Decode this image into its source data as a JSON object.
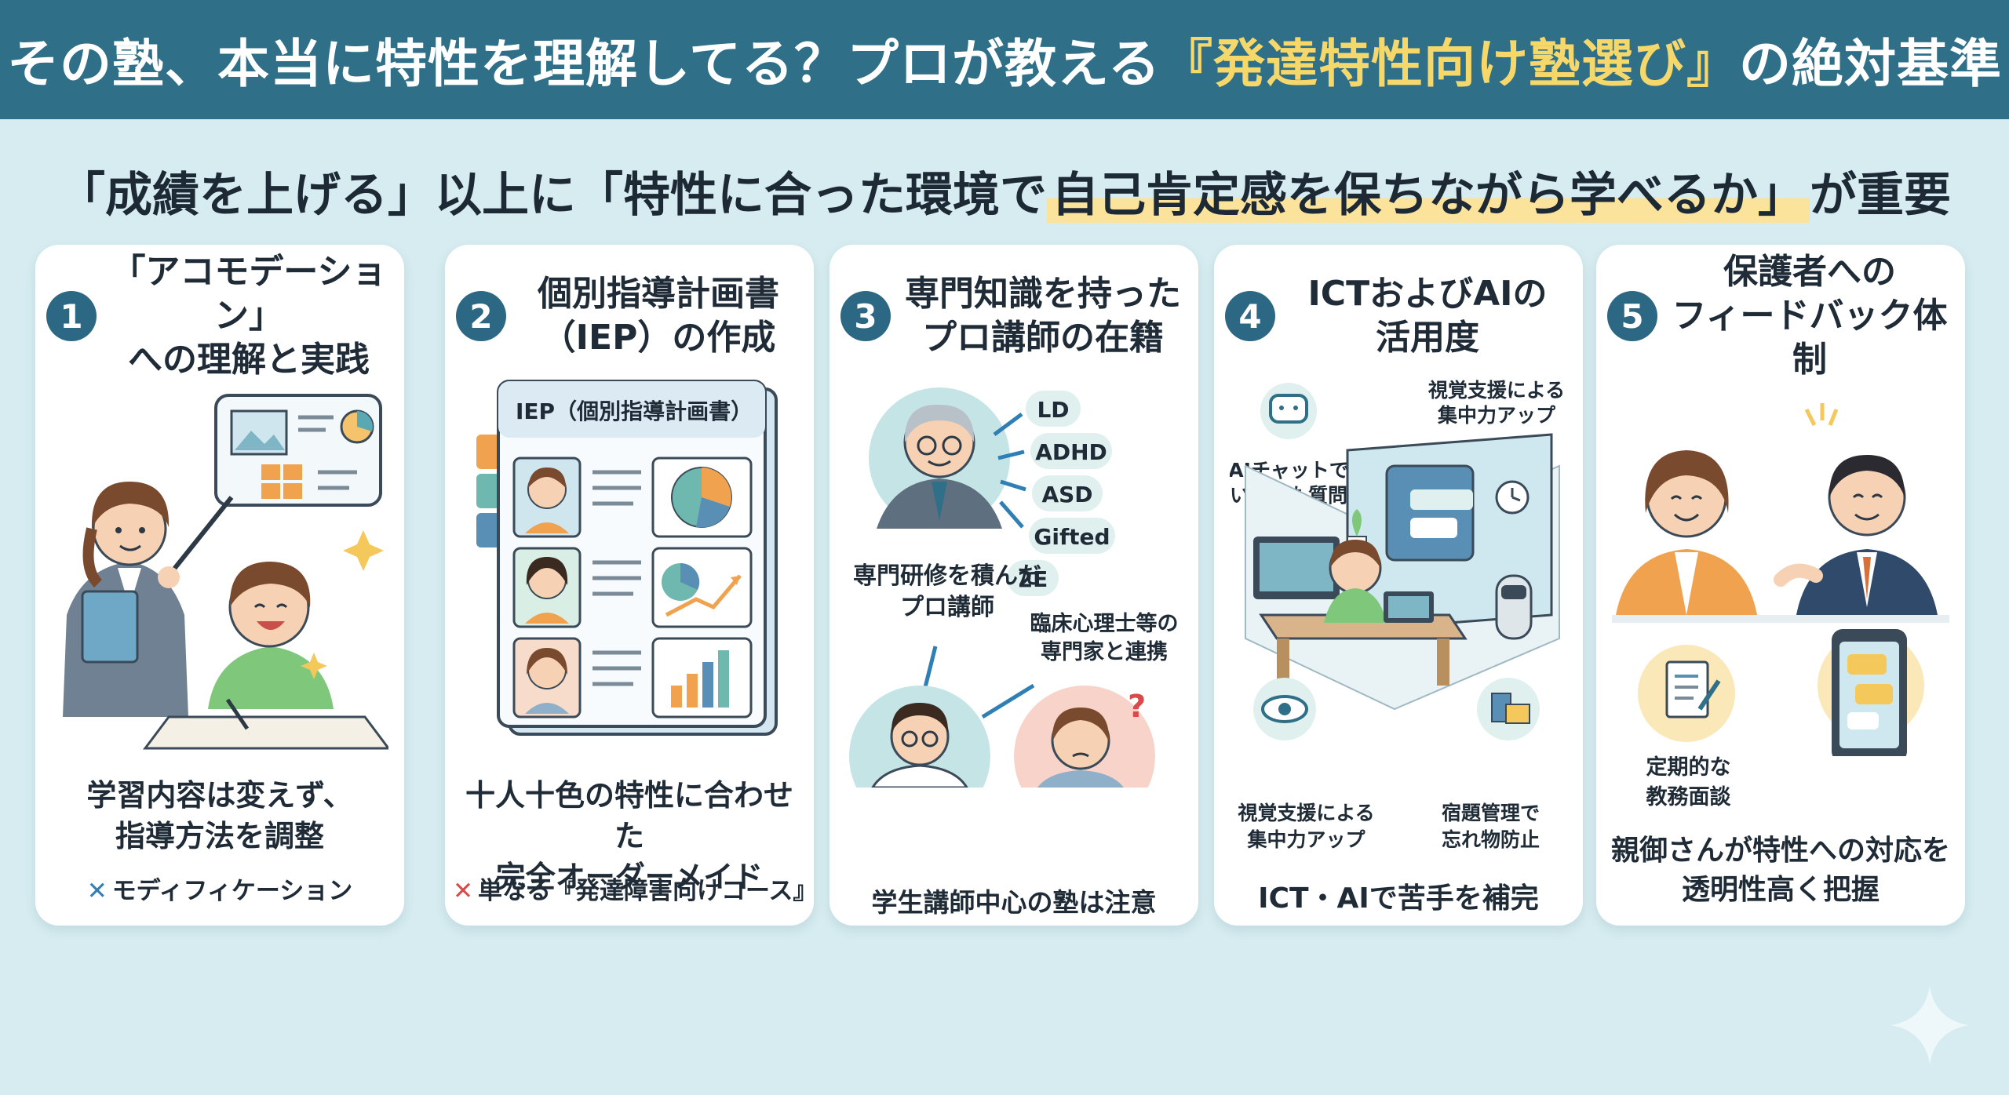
{
  "banner": {
    "title_prefix": "その塾、本当に特性を理解してる？プロが教える",
    "title_highlight": "『発達特性向け塾選び』",
    "title_suffix": "の絶対基準"
  },
  "subtitle": {
    "part1": "「成績を上げる」以上に「特性に合った環境で",
    "highlight": "自己肯定感を保ちながら学べるか」",
    "part2": "が重要"
  },
  "cards": [
    {
      "number": "1",
      "title": "「アコモデーション」\nへの理解と実践",
      "caption": "学習内容は変えず、\n指導方法を調整",
      "note_mark": "✕",
      "note": "モディフィケーション"
    },
    {
      "number": "2",
      "title": "個別指導計画書\n（IEP）の作成",
      "doc_label": "IEP（個別指導計画書）",
      "caption": "十人十色の特性に合わせた\n完全オーダーメイド",
      "note_mark": "✕",
      "note": "単なる『発達障害向けコース』"
    },
    {
      "number": "3",
      "title": "専門知識を持った\nプロ講師の在籍",
      "tags": [
        "LD",
        "ADHD",
        "ASD",
        "Gifted",
        "2E"
      ],
      "pro_label_1": "専門研修を積んだ",
      "pro_label_2": "プロ講師",
      "expert_label_1": "臨床心理士等の",
      "expert_label_2": "専門家と連携",
      "question_mark": "?",
      "caption": "学生講師中心の塾は注意"
    },
    {
      "number": "4",
      "title": "ICTおよびAIの\n活用度",
      "ai_label_1": "AIチャットで",
      "ai_label_2": "いつでも質問",
      "visual_label_1": "視覚支援による",
      "visual_label_2": "集中力アップ",
      "eye_label_1": "視覚支援による",
      "eye_label_2": "集中力アップ",
      "task_label_1": "宿題管理で",
      "task_label_2": "忘れ物防止",
      "caption": "ICT・AIで苦手を補完"
    },
    {
      "number": "5",
      "title": "保護者への\nフィードバック体制",
      "meeting_label_1": "定期的な",
      "meeting_label_2": "教務面談",
      "caption": "親御さんが特性への対応を\n透明性高く把握"
    }
  ],
  "colors": {
    "banner_bg": "#2f6f88",
    "page_bg": "#d6ecf0",
    "highlight_text": "#f6d76a",
    "number_badge": "#2c6883",
    "cross_red": "#d94b4b",
    "cross_blue": "#2f7fb5"
  }
}
